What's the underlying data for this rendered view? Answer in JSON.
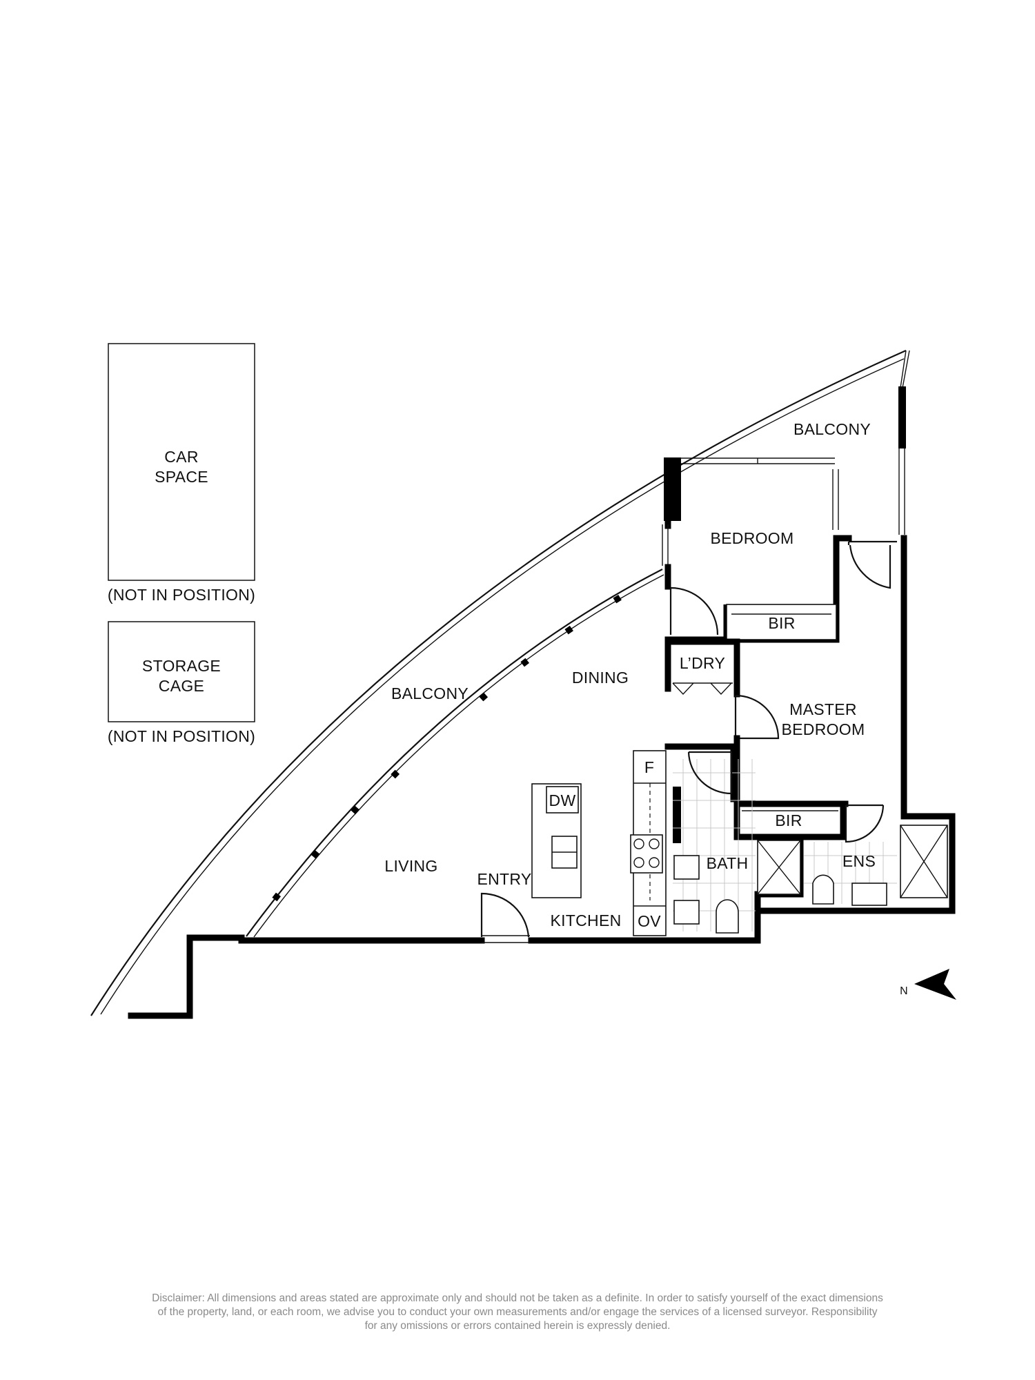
{
  "labels": {
    "car_space_line1": "CAR",
    "car_space_line2": "SPACE",
    "car_not_in_position": "(NOT IN POSITION)",
    "storage_line1": "STORAGE",
    "storage_line2": "CAGE",
    "storage_not_in_position": "(NOT IN POSITION)",
    "balcony_top": "BALCONY",
    "balcony_main": "BALCONY",
    "bedroom": "BEDROOM",
    "bir_bedroom": "BIR",
    "laundry": "L’DRY",
    "dining": "DINING",
    "master_line1": "MASTER",
    "master_line2": "BEDROOM",
    "bir_master": "BIR",
    "fridge": "F",
    "dishwasher": "DW",
    "living": "LIVING",
    "entry": "ENTRY",
    "kitchen": "KITCHEN",
    "oven": "OV",
    "bath": "BATH",
    "ensuite": "ENS",
    "north": "N"
  },
  "disclaimer": {
    "line1": "Disclaimer: All dimensions and areas stated are approximate only and should not be taken as a definite. In order to satisfy yourself of the exact dimensions",
    "line2": "of the property, land, or each room, we advise you to conduct your own measurements and/or engage the services of a licensed surveyor. Responsibility",
    "line3": "for any omissions or errors contained herein is expressly denied."
  },
  "colors": {
    "wall": "#000000",
    "line": "#111111",
    "disclaimer": "#8a8a8a"
  },
  "icons": {
    "north_arrow": "north-arrow-icon"
  }
}
